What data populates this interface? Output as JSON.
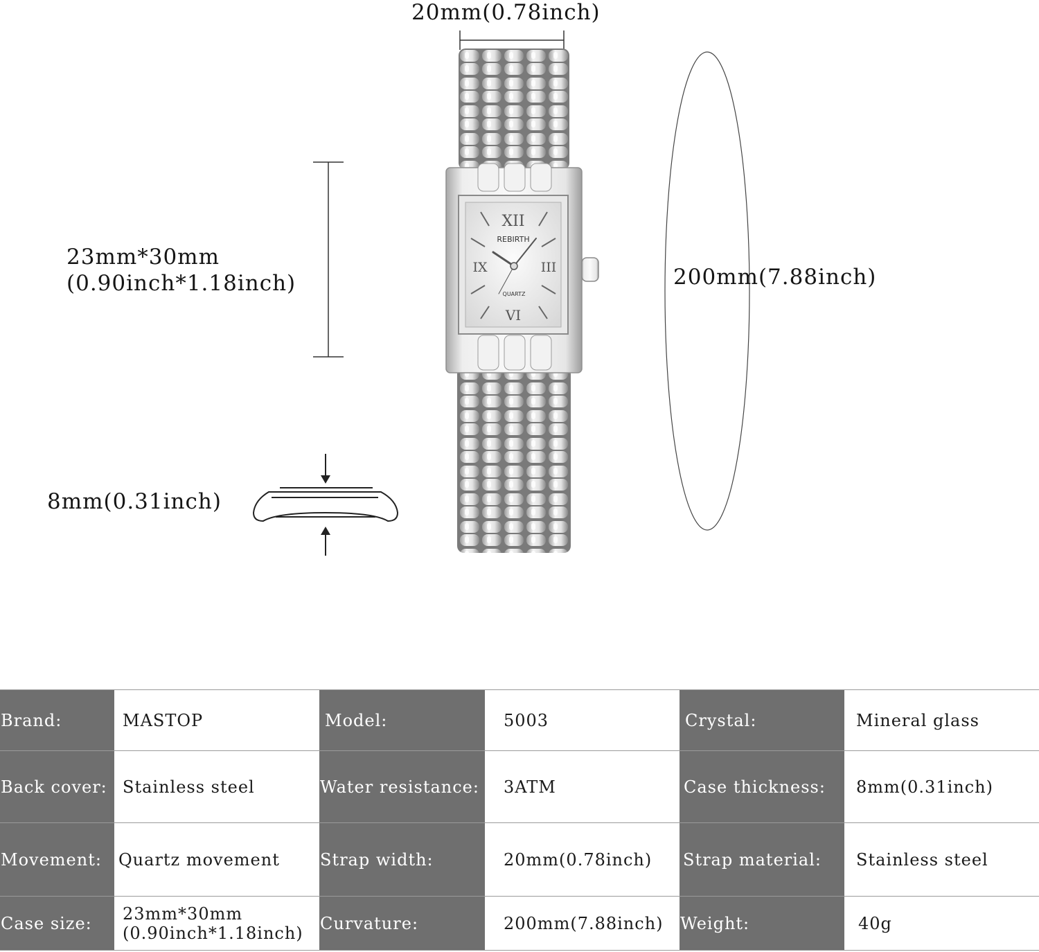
{
  "dimensions": {
    "strap_width": "20mm(0.78inch)",
    "case_size_line1": "23mm*30mm",
    "case_size_line2": "(0.90inch*1.18inch)",
    "curvature": "200mm(7.88inch)",
    "thickness": "8mm(0.31inch)"
  },
  "dial": {
    "brand": "REBIRTH",
    "movement": "QUARTZ",
    "numeral_12": "XII",
    "numeral_3": "III",
    "numeral_6": "VI",
    "numeral_9": "IX"
  },
  "specs": {
    "rows": [
      [
        {
          "label": "Brand:",
          "value": "MASTOP"
        },
        {
          "label": "Model:",
          "value": "5003"
        },
        {
          "label": "Crystal:",
          "value": "Mineral glass"
        }
      ],
      [
        {
          "label": "Back cover:",
          "value": "Stainless steel"
        },
        {
          "label": "Water resistance:",
          "value": "3ATM"
        },
        {
          "label": "Case thickness:",
          "value": "8mm(0.31inch)"
        }
      ],
      [
        {
          "label": "Movement:",
          "value": "Quartz movement"
        },
        {
          "label": "Strap width:",
          "value": "20mm(0.78inch)"
        },
        {
          "label": "Strap material:",
          "value": "Stainless steel"
        }
      ],
      [
        {
          "label": "Case size:",
          "value_line1": "23mm*30mm",
          "value_line2": "(0.90inch*1.18inch)"
        },
        {
          "label": "Curvature:",
          "value": "200mm(7.88inch)"
        },
        {
          "label": "Weight:",
          "value": "40g"
        }
      ]
    ]
  },
  "colors": {
    "label_bg": "#6f6f6f",
    "label_text": "#ffffff",
    "metal": "#d9d9d9"
  }
}
